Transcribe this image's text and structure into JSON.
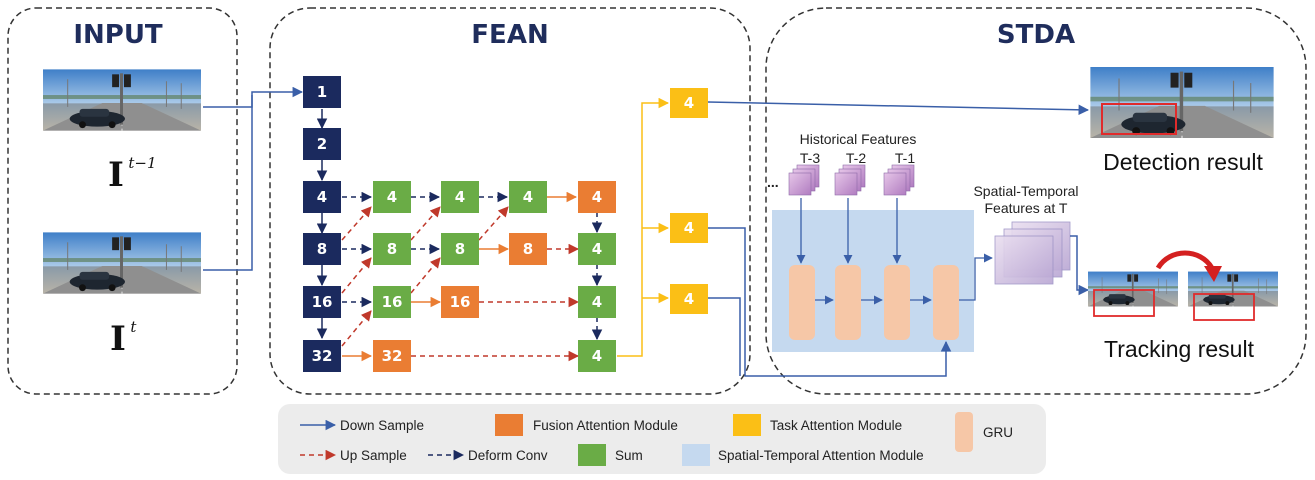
{
  "sections": {
    "input": "INPUT",
    "fean": "FEAN",
    "stda": "STDA"
  },
  "inputs": {
    "prev_frame_symbol": "I",
    "prev_frame_sup": "t−1",
    "curr_frame_symbol": "I",
    "curr_frame_sup": "t"
  },
  "fean": {
    "backbone": [
      "1",
      "2",
      "4",
      "8",
      "16",
      "32"
    ],
    "sum_col1": [
      "4",
      "8",
      "16"
    ],
    "sum_col2": [
      "4",
      "8"
    ],
    "sum_col3": [
      "4"
    ],
    "fusion_row8": "8",
    "fusion_row16": "16",
    "fusion_row32": "32",
    "fusion_top": "4",
    "output_col": [
      "4",
      "4",
      "4",
      "4"
    ],
    "task_heads": [
      "4",
      "4",
      "4"
    ]
  },
  "stda": {
    "historical_title": "Historical Features",
    "ellipsis": "...",
    "hist_labels": [
      "T-3",
      "T-2",
      "T-1"
    ],
    "st_feature_line1": "Spatial-Temporal",
    "st_feature_line2": "Features at T",
    "detection_result": "Detection result",
    "tracking_result": "Tracking result"
  },
  "legend": {
    "down_sample": "Down Sample",
    "up_sample": "Up Sample",
    "deform_conv": "Deform Conv",
    "fusion_attention": "Fusion Attention Module",
    "sum": "Sum",
    "task_attention": "Task Attention Module",
    "st_attention": "Spatial-Temporal Attention Module",
    "gru": "GRU"
  },
  "colors": {
    "navy": "#1b2a5e",
    "green": "#6aac46",
    "orange": "#ea7d33",
    "yellow": "#fbbf16",
    "light_blue": "#c5d9ef",
    "peach": "#f6c7a7",
    "down_arrow": "#3a5fa8",
    "up_arrow": "#c0392b",
    "legend_bg": "#ececec"
  }
}
